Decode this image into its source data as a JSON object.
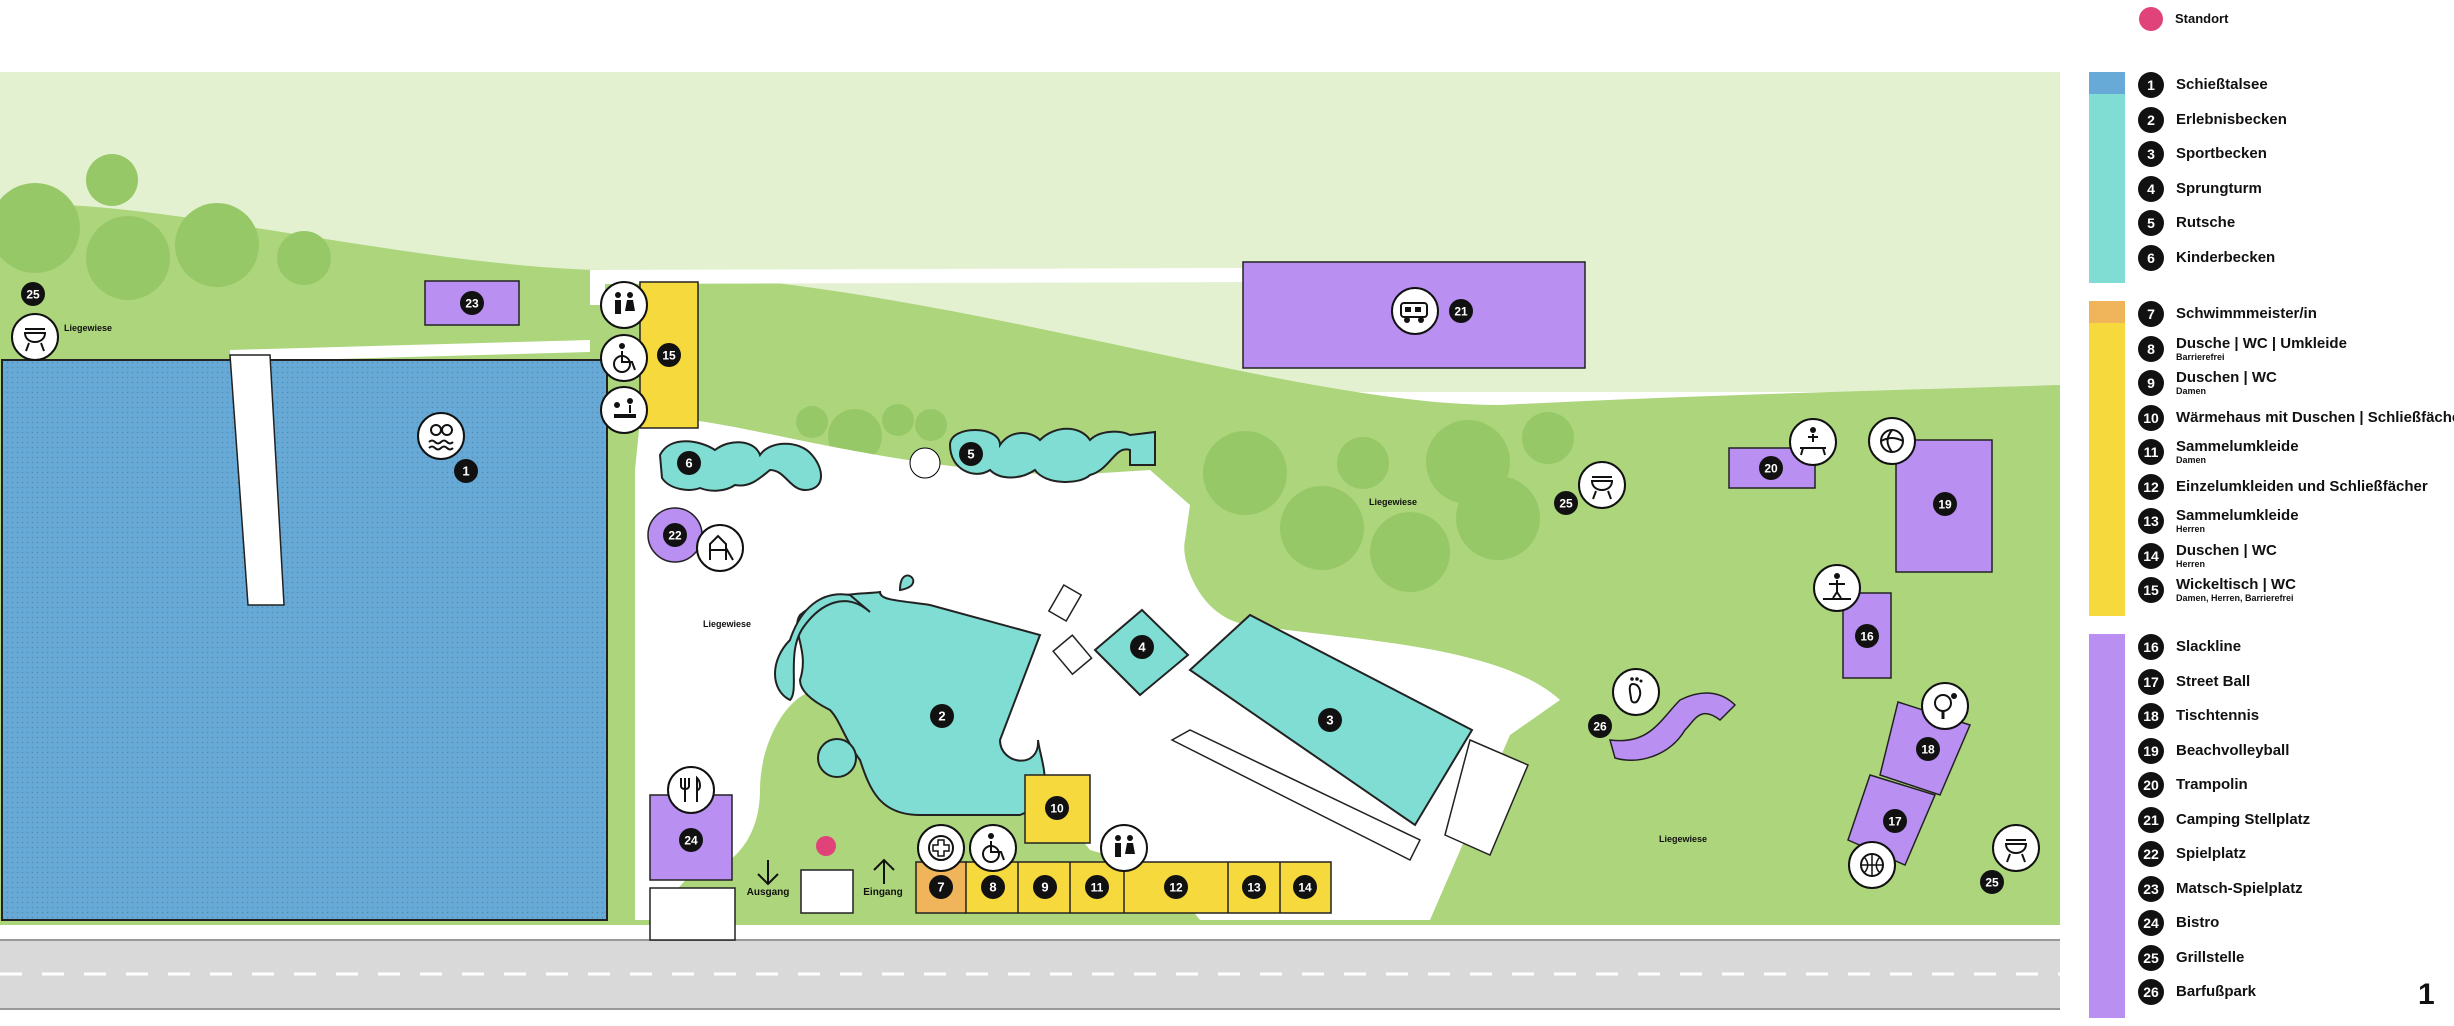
{
  "colors": {
    "sky": "#e4f1d1",
    "lawn": "#acd57c",
    "tree": "#97c867",
    "lake": "#68aad7",
    "pool": "#7fddd3",
    "service": "#f6d93c",
    "first_aid": "#f0b45a",
    "activity": "#b98ff2",
    "road": "#d9d9d9",
    "path": "#ffffff",
    "marker": "#e0437a",
    "badge": "#111111"
  },
  "map_labels": {
    "liegewiese": "Liegewiese",
    "ausgang": "Ausgang",
    "eingang": "Eingang"
  },
  "legend": {
    "standort": "Standort",
    "groups": [
      {
        "color": "#7fddd3",
        "items": [
          {
            "num": "1",
            "label": "Schießtalsee"
          },
          {
            "num": "2",
            "label": "Erlebnisbecken"
          },
          {
            "num": "3",
            "label": "Sportbecken"
          },
          {
            "num": "4",
            "label": "Sprungturm"
          },
          {
            "num": "5",
            "label": "Rutsche"
          },
          {
            "num": "6",
            "label": "Kinderbecken"
          }
        ]
      },
      {
        "color": "#f6d93c",
        "items": [
          {
            "num": "7",
            "label": "Schwimmmeister/in"
          },
          {
            "num": "8",
            "label": "Dusche | WC | Umkleide",
            "sub": "Barrierefrei"
          },
          {
            "num": "9",
            "label": "Duschen | WC",
            "sub": "Damen"
          },
          {
            "num": "10",
            "label": "Wärmehaus mit Duschen | Schließfächer"
          },
          {
            "num": "11",
            "label": "Sammelumkleide",
            "sub": "Damen"
          },
          {
            "num": "12",
            "label": "Einzelumkleiden und Schließfächer"
          },
          {
            "num": "13",
            "label": "Sammelumkleide",
            "sub": "Herren"
          },
          {
            "num": "14",
            "label": "Duschen | WC",
            "sub": "Herren"
          },
          {
            "num": "15",
            "label": "Wickeltisch | WC",
            "sub": "Damen, Herren, Barrierefrei"
          }
        ]
      },
      {
        "color": "#b98ff2",
        "items": [
          {
            "num": "16",
            "label": "Slackline"
          },
          {
            "num": "17",
            "label": "Street Ball"
          },
          {
            "num": "18",
            "label": "Tischtennis"
          },
          {
            "num": "19",
            "label": "Beachvolleyball"
          },
          {
            "num": "20",
            "label": "Trampolin"
          },
          {
            "num": "21",
            "label": "Camping Stellplatz"
          },
          {
            "num": "22",
            "label": "Spielplatz"
          },
          {
            "num": "23",
            "label": "Matsch-Spielplatz"
          },
          {
            "num": "24",
            "label": "Bistro"
          },
          {
            "num": "25",
            "label": "Grillstelle"
          },
          {
            "num": "26",
            "label": "Barfußpark"
          }
        ]
      }
    ]
  },
  "page_number": "1",
  "icons": [
    "grill-icon",
    "lake-icon",
    "toilet-icon",
    "wheelchair-icon",
    "baby-changing-icon",
    "playground-icon",
    "camper-icon",
    "trampoline-icon",
    "volleyball-icon",
    "slackline-icon",
    "table-tennis-icon",
    "basketball-icon",
    "footprint-icon",
    "first-aid-icon",
    "restaurant-icon",
    "arrow-down-icon",
    "arrow-up-icon"
  ]
}
